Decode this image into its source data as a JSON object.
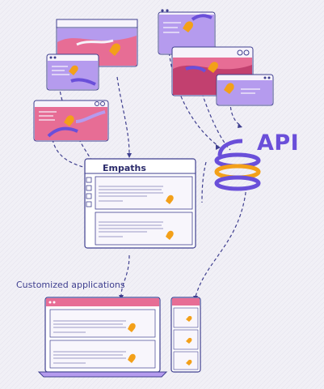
{
  "illustration": {
    "api_label": "API",
    "customized_label": "Customized applications",
    "app_title": "Empaths",
    "colors": {
      "purple": "#6a4fd9",
      "orange": "#f3a019",
      "pink": "#e76d95",
      "lavender": "#b59bee",
      "navy": "#2b2b6b",
      "background": "#f1f0f6"
    },
    "icons": [
      "heart-icon",
      "hand-icon",
      "asterisk-logo-icon"
    ]
  }
}
